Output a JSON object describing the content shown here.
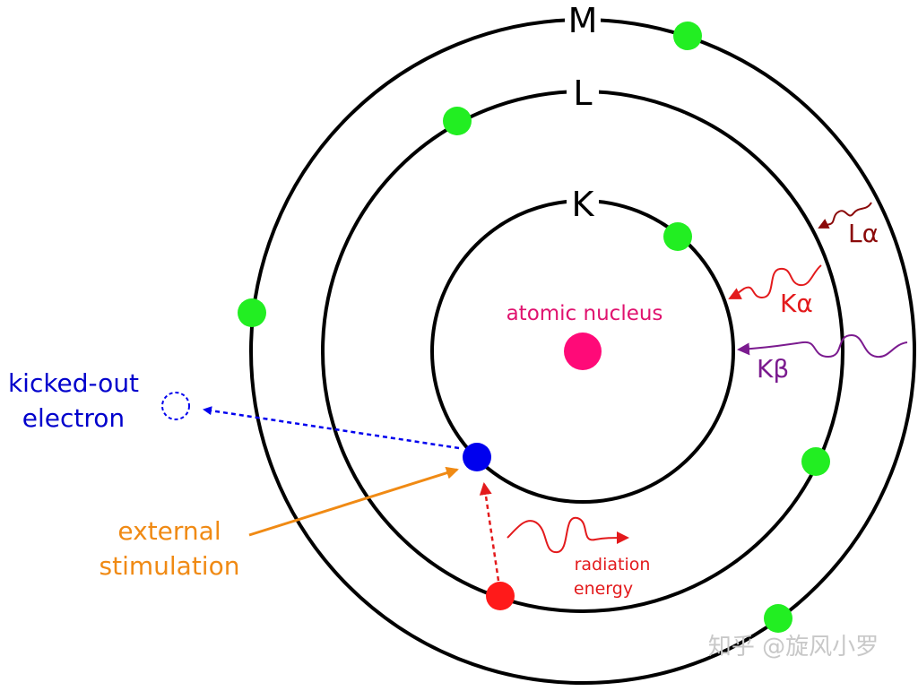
{
  "shells": {
    "k_label": "K",
    "l_label": "L",
    "m_label": "M"
  },
  "labels": {
    "nucleus": "atomic nucleus",
    "kicked_line1": "kicked-out",
    "kicked_line2": "electron",
    "stim_line1": "external",
    "stim_line2": "stimulation",
    "rad_line1": "radiation",
    "rad_line2": "energy",
    "k_alpha": "Kα",
    "k_beta": "Kβ",
    "l_alpha": "Lα",
    "watermark": "知乎 @旋风小罗"
  },
  "colors": {
    "shell": "#000000",
    "electron": "#22ee22",
    "nucleus": "#ff0a78",
    "kicked": "#0000ee",
    "vacancy_fill": "#ff1a1a",
    "stimulation": "#f08a14",
    "k_alpha": "#e31a1c",
    "k_beta": "#7b1b8f",
    "l_alpha": "#8b0a0a",
    "watermark": "#bdbdbd"
  }
}
